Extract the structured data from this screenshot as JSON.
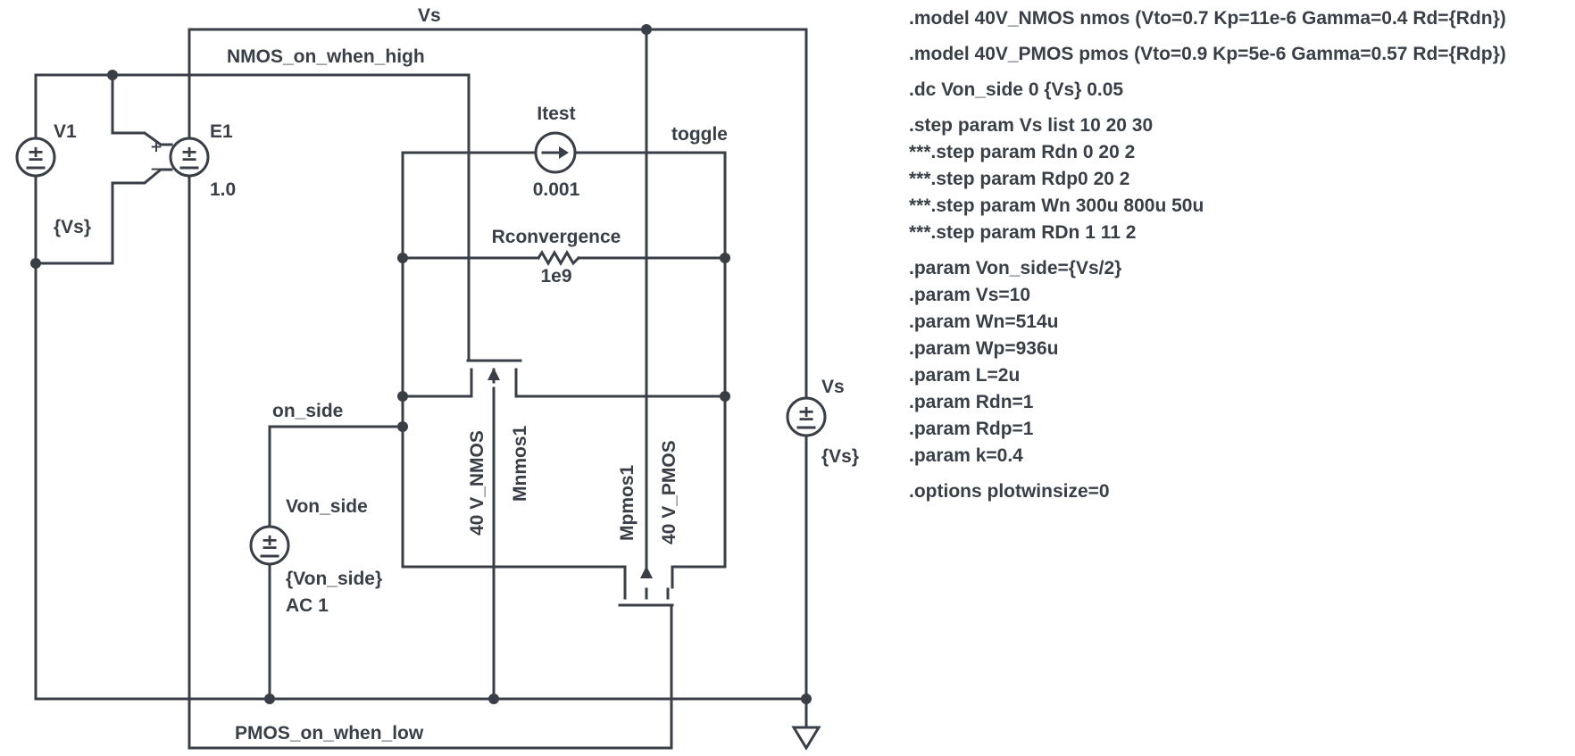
{
  "schematic": {
    "nets": {
      "vs_top": "Vs",
      "nmos_gate": "NMOS_on_when_high",
      "pmos_gate": "PMOS_on_when_low",
      "toggle": "toggle",
      "on_side": "on_side"
    },
    "components": {
      "v1": {
        "name": "V1",
        "value": "{Vs}"
      },
      "e1": {
        "name": "E1",
        "value": "1.0"
      },
      "itest": {
        "name": "Itest",
        "value": "0.001"
      },
      "rconv": {
        "name": "Rconvergence",
        "value": "1e9"
      },
      "nmos": {
        "name": "Mnmos1",
        "model": "40 V_NMOS"
      },
      "pmos": {
        "name": "Mpmos1",
        "model": "40 V_PMOS"
      },
      "von": {
        "name": "Von_side",
        "value": "{Von_side}",
        "ac": "AC 1"
      },
      "vs": {
        "name": "Vs",
        "value": "{Vs}"
      }
    },
    "symbols": {
      "plus": "±",
      "plus_sign": "+",
      "minus_sign": "−"
    }
  },
  "directives": [
    [
      ".model 40V_NMOS nmos (Vto=0.7 Kp=11e-6 Gamma=0.4 Rd={Rdn})"
    ],
    [
      ".model 40V_PMOS pmos (Vto=0.9 Kp=5e-6 Gamma=0.57 Rd={Rdp})"
    ],
    [
      ".dc Von_side 0 {Vs} 0.05"
    ],
    [
      ".step param Vs list 10 20 30",
      "***.step param Rdn 0 20 2",
      "***.step param Rdp0 20 2",
      "***.step param Wn 300u 800u 50u",
      "***.step param RDn 1 11 2"
    ],
    [
      ".param Von_side={Vs/2}",
      ".param Vs=10",
      ".param Wn=514u",
      ".param Wp=936u",
      ".param L=2u",
      ".param Rdn=1",
      ".param Rdp=1",
      ".param k=0.4"
    ],
    [
      ".options plotwinsize=0"
    ]
  ]
}
